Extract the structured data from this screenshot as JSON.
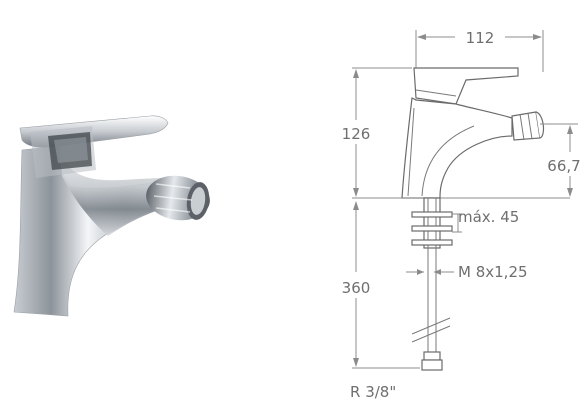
{
  "dimensions": {
    "width_top": "112",
    "height_body": "126",
    "spout_height": "66,7",
    "max_deck": "máx. 45",
    "thread": "M 8x1,25",
    "hose_length": "360",
    "connection": "R 3/8\""
  },
  "colors": {
    "line": "#6b6b6b",
    "text": "#6f6f6f",
    "chrome_dark": "#5a5f66",
    "chrome_light": "#e9ecef"
  }
}
